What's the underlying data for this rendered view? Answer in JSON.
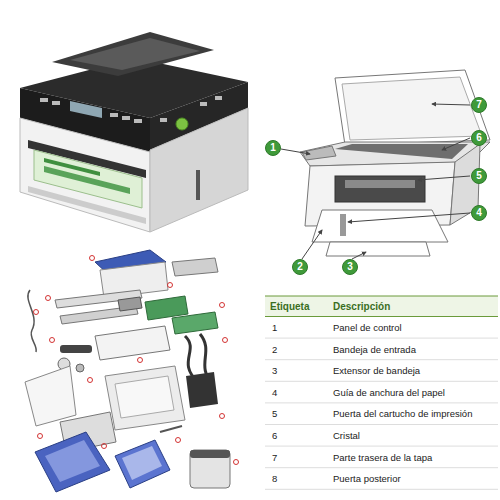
{
  "diagram": {
    "nodes": [
      {
        "text": [
          "1"
        ]
      },
      {
        "text": [
          "2"
        ]
      },
      {
        "text": [
          "3"
        ]
      },
      {
        "text": [
          "4"
        ]
      },
      {
        "text": [
          "5"
        ]
      },
      {
        "text": [
          "6"
        ]
      },
      {
        "text": [
          "7"
        ]
      }
    ],
    "labels": [
      "Etiqueta",
      "Descripción",
      "1",
      "Panel de control",
      "2",
      "Bandeja de entrada",
      "3",
      "Extensor de bandeja",
      "4",
      "Guía de anchura del papel",
      "5",
      "Puerta del cartucho de impresión",
      "6",
      "Cristal",
      "7",
      "Parte trasera de la tapa",
      "8",
      "Puerta posterior"
    ]
  }
}
